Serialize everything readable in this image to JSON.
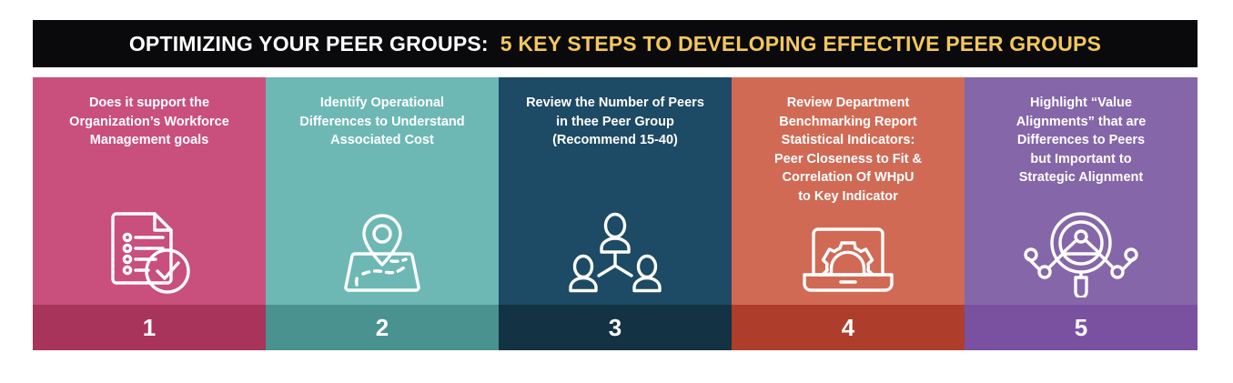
{
  "header": {
    "title_main": "OPTIMIZING YOUR PEER GROUPS:",
    "title_accent": "5 KEY STEPS TO DEVELOPING EFFECTIVE PEER GROUPS",
    "background_color": "#0A0A0C",
    "main_color": "#FFFFFF",
    "accent_color": "#F2C75C"
  },
  "steps": [
    {
      "number": "1",
      "text": "Does it support the\nOrganization’s Workforce\nManagement goals",
      "icon": "document-checklist-check-icon",
      "color": "#C94F7C",
      "footer_color": "#A8335B"
    },
    {
      "number": "2",
      "text": "Identify Operational\nDifferences to Understand\nAssociated Cost",
      "icon": "map-location-pin-icon",
      "color": "#6DB8B4",
      "footer_color": "#4A928F"
    },
    {
      "number": "3",
      "text": "Review the Number of Peers\nin thee Peer Group\n(Recommend 15-40)",
      "icon": "org-chart-people-icon",
      "color": "#1D4A64",
      "footer_color": "#133243"
    },
    {
      "number": "4",
      "text": "Review Department\nBenchmarking Report\nStatistical Indicators:\nPeer Closeness to Fit &\nCorrelation Of WHpU\nto Key Indicator",
      "icon": "laptop-gear-icon",
      "color": "#D06A55",
      "footer_color": "#AF3D2B"
    },
    {
      "number": "5",
      "text": "Highlight “Value\nAlignments” that are\nDifferences to Peers\nbut Important to\nStrategic Alignment",
      "icon": "magnifier-network-icon",
      "color": "#8566A9",
      "footer_color": "#7A51A0"
    }
  ]
}
